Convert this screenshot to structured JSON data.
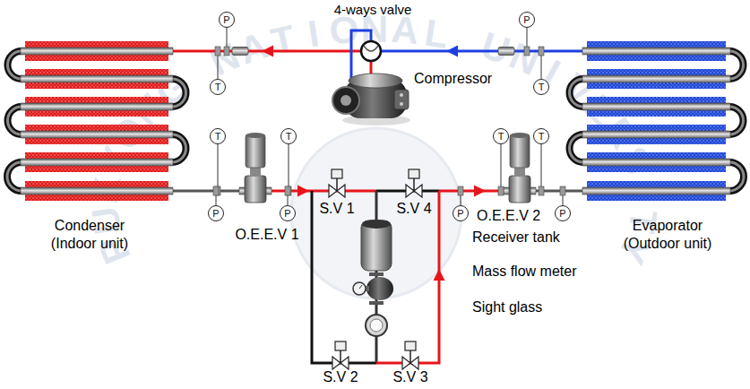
{
  "diagram": {
    "nodes": [
      {
        "text": [
          "P"
        ]
      },
      {
        "text": [
          "P"
        ]
      },
      {
        "text": [
          "T"
        ]
      },
      {
        "text": [
          "T"
        ]
      },
      {
        "text": [
          "T"
        ]
      },
      {
        "text": [
          "T"
        ]
      },
      {
        "text": [
          "T"
        ]
      },
      {
        "text": [
          "T"
        ]
      },
      {
        "text": [
          "P"
        ]
      },
      {
        "text": [
          "P"
        ]
      },
      {
        "text": [
          "P"
        ]
      },
      {
        "text": [
          "P"
        ]
      }
    ],
    "labels": [
      "4-ways valve",
      "Compressor",
      "Condenser (Indoor unit)",
      "Evaporator (Outdoor unit)",
      "S.V 1",
      "S.V 4",
      "O.E.E.V 2",
      "O.E.E.V 1",
      "Receiver tank",
      "Mass flow meter",
      "Sight glass",
      "S.V 2",
      "S.V 3",
      "PUKYONG NATIONAL UNIVERSITY"
    ]
  }
}
